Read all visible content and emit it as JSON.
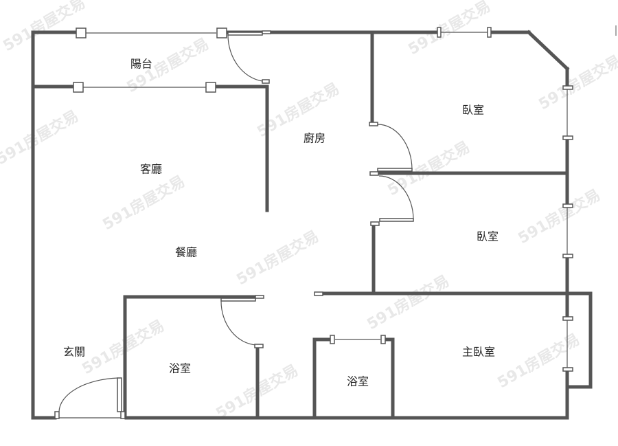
{
  "plan": {
    "type": "floor-plan",
    "colors": {
      "wall": "#555555",
      "background": "#ffffff",
      "label": "#222222",
      "watermark": "#e8e8e8"
    },
    "watermark_text": "591房屋交易",
    "rooms": {
      "balcony": "陽台",
      "living_room": "客廳",
      "kitchen": "廚房",
      "dining_room": "餐廳",
      "bedroom_1": "臥室",
      "bedroom_2": "臥室",
      "master_bedroom": "主臥室",
      "entrance": "玄關",
      "bathroom_1": "浴室",
      "bathroom_2": "浴室"
    }
  }
}
